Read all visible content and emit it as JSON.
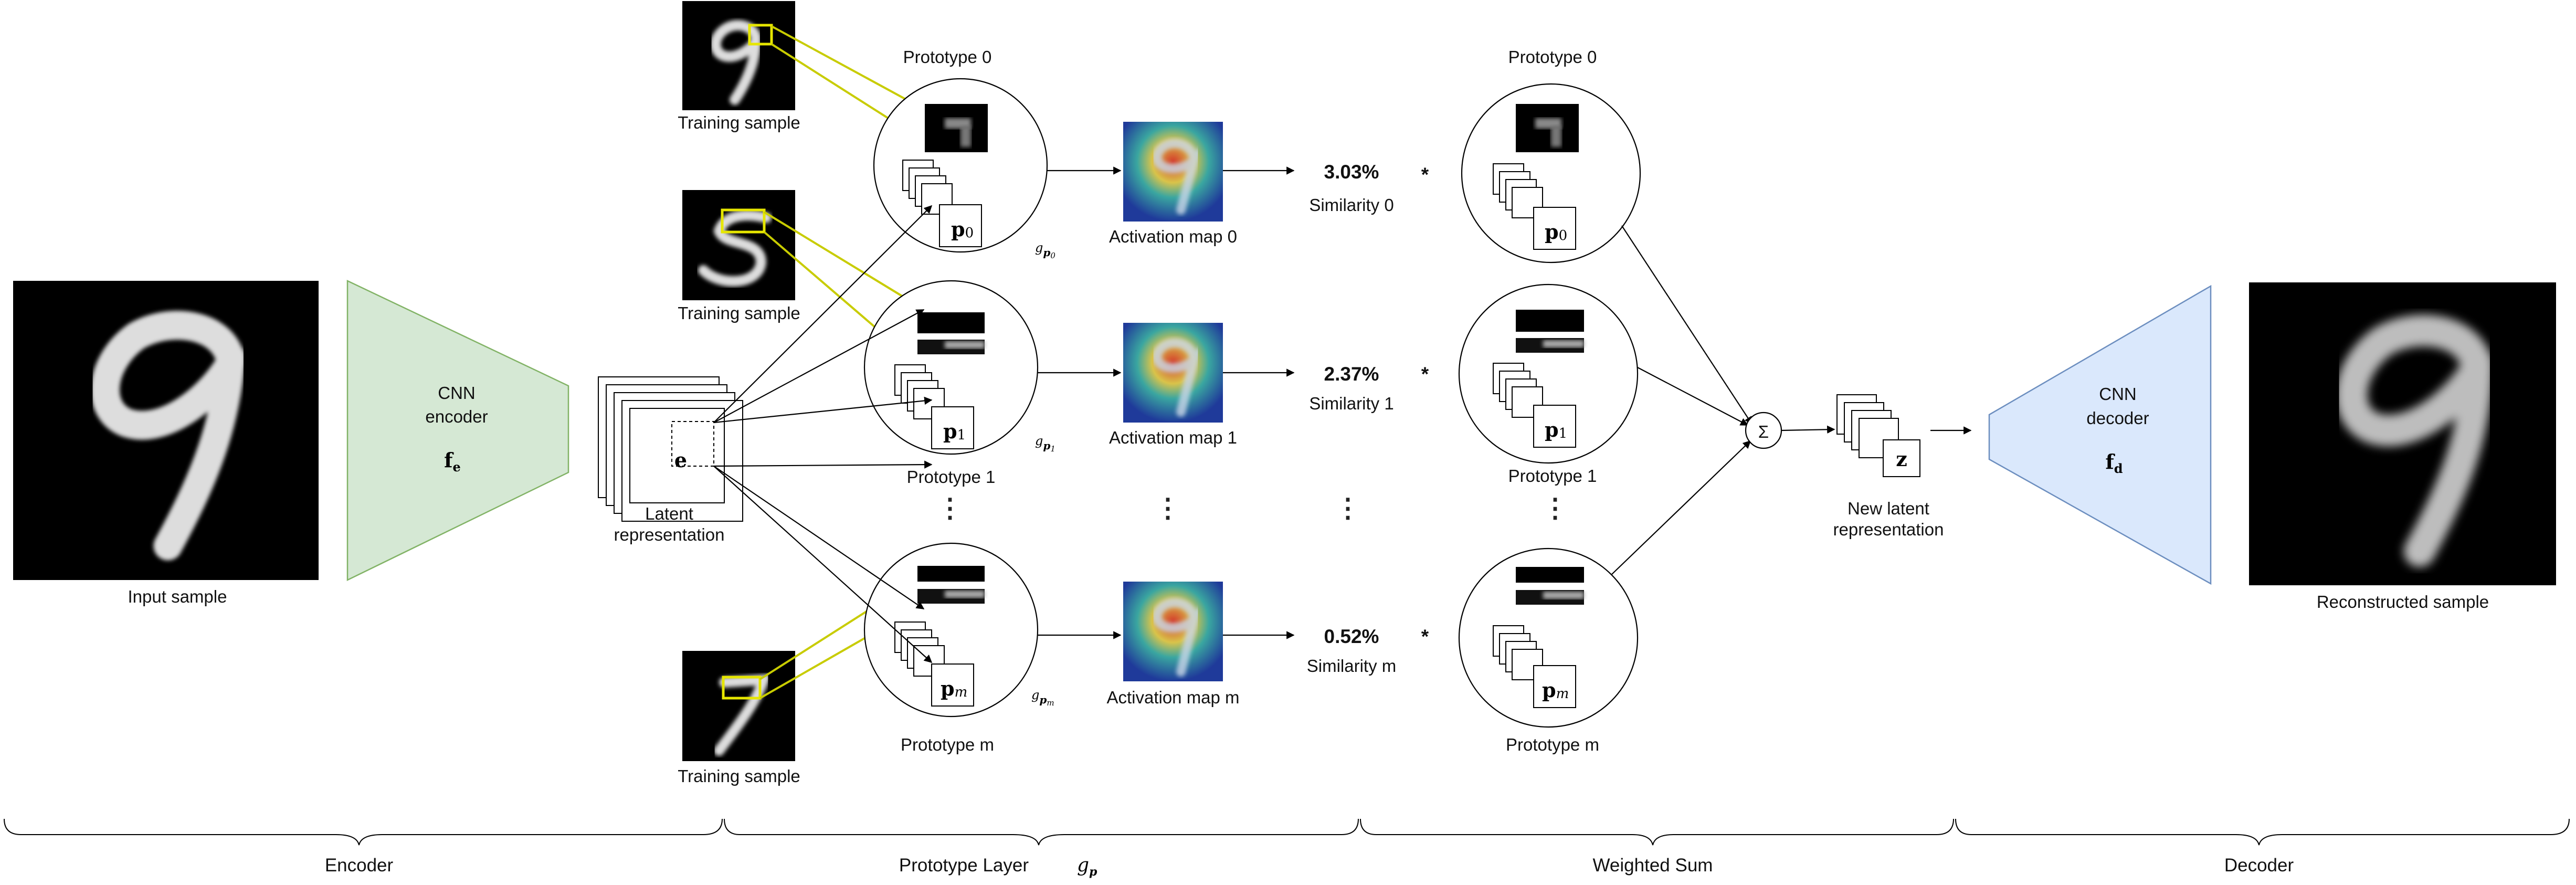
{
  "colors": {
    "encoder_fill": "#d5e8d4",
    "encoder_stroke": "#82b366",
    "decoder_fill": "#dae8fc",
    "decoder_stroke": "#6c8ebf",
    "highlight_yellow": "#e6e600",
    "arrow_yellow": "#c8cc00"
  },
  "input": {
    "label": "Input sample"
  },
  "encoder": {
    "line1": "CNN",
    "line2": "encoder",
    "symbol": "f",
    "subscript": "e"
  },
  "latent": {
    "symbol": "e",
    "label_line1": "Latent",
    "label_line2": "representation"
  },
  "training_samples": [
    {
      "label": "Training sample"
    },
    {
      "label": "Training sample"
    },
    {
      "label": "Training sample"
    }
  ],
  "prototype_layer": {
    "prototypes": [
      {
        "title": "Prototype 0",
        "vector": "p",
        "vec_sub": "0",
        "g": "g",
        "g_sub": "p",
        "g_sub2": "0",
        "activation_label": "Activation map 0",
        "similarity_value": "3.03%",
        "similarity_label": "Similarity 0"
      },
      {
        "title": "Prototype 1",
        "vector": "p",
        "vec_sub": "1",
        "g": "g",
        "g_sub": "p",
        "g_sub2": "1",
        "activation_label": "Activation map 1",
        "similarity_value": "2.37%",
        "similarity_label": "Similarity 1"
      },
      {
        "title": "Prototype m",
        "vector": "p",
        "vec_sub": "m",
        "g": "g",
        "g_sub": "p",
        "g_sub2": "m",
        "activation_label": "Activation map m",
        "similarity_value": "0.52%",
        "similarity_label": "Similarity m"
      }
    ],
    "ellipsis": "⋮"
  },
  "weighted_sum": {
    "multiply": "*",
    "prototypes": [
      {
        "title": "Prototype 0",
        "vector": "p",
        "vec_sub": "0"
      },
      {
        "title": "Prototype 1",
        "vector": "p",
        "vec_sub": "1"
      },
      {
        "title": "Prototype m",
        "vector": "p",
        "vec_sub": "m"
      }
    ],
    "sum_symbol": "Σ"
  },
  "new_latent": {
    "symbol": "z",
    "label_line1": "New latent",
    "label_line2": "representation"
  },
  "decoder": {
    "line1": "CNN",
    "line2": "decoder",
    "symbol": "f",
    "subscript": "d"
  },
  "output": {
    "label": "Reconstructed sample"
  },
  "sections": [
    {
      "label": "Encoder"
    },
    {
      "label": "Prototype Layer",
      "math": "g",
      "math_sub": "p"
    },
    {
      "label": "Weighted Sum"
    },
    {
      "label": "Decoder"
    }
  ]
}
